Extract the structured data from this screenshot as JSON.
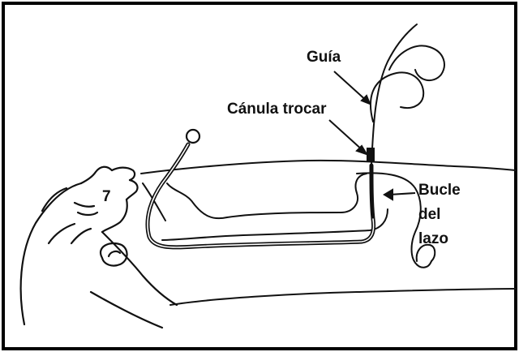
{
  "labels": {
    "guia": "Guía",
    "canula": "Cánula trocar",
    "bucle_line1": "Bucle",
    "bucle_line2": "del",
    "bucle_line3": "lazo",
    "number": "7"
  },
  "colors": {
    "ink": "#111111",
    "frame": "#000000",
    "background": "#ffffff"
  }
}
